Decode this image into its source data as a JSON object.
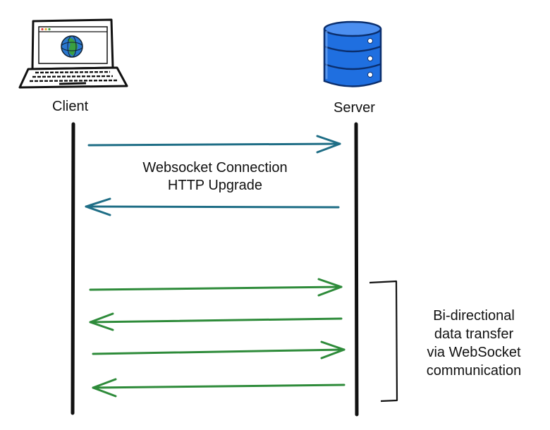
{
  "participants": {
    "client": {
      "label": "Client",
      "icon": "laptop-globe-icon"
    },
    "server": {
      "label": "Server",
      "icon": "database-server-icon"
    }
  },
  "handshake": {
    "line1": "Websocket Connection",
    "line2": "HTTP Upgrade",
    "color": "#1f6e86"
  },
  "messages": [
    {
      "from": "client",
      "to": "server",
      "phase": "handshake"
    },
    {
      "from": "server",
      "to": "client",
      "phase": "handshake"
    },
    {
      "from": "client",
      "to": "server",
      "phase": "data"
    },
    {
      "from": "server",
      "to": "client",
      "phase": "data"
    },
    {
      "from": "client",
      "to": "server",
      "phase": "data"
    },
    {
      "from": "server",
      "to": "client",
      "phase": "data"
    }
  ],
  "data_phase": {
    "color": "#2e8b3a",
    "note_lines": [
      "Bi-directional",
      "data transfer",
      "via WebSocket",
      "communication"
    ]
  },
  "colors": {
    "lifeline": "#111111",
    "server_blue": "#1f6fe0"
  }
}
